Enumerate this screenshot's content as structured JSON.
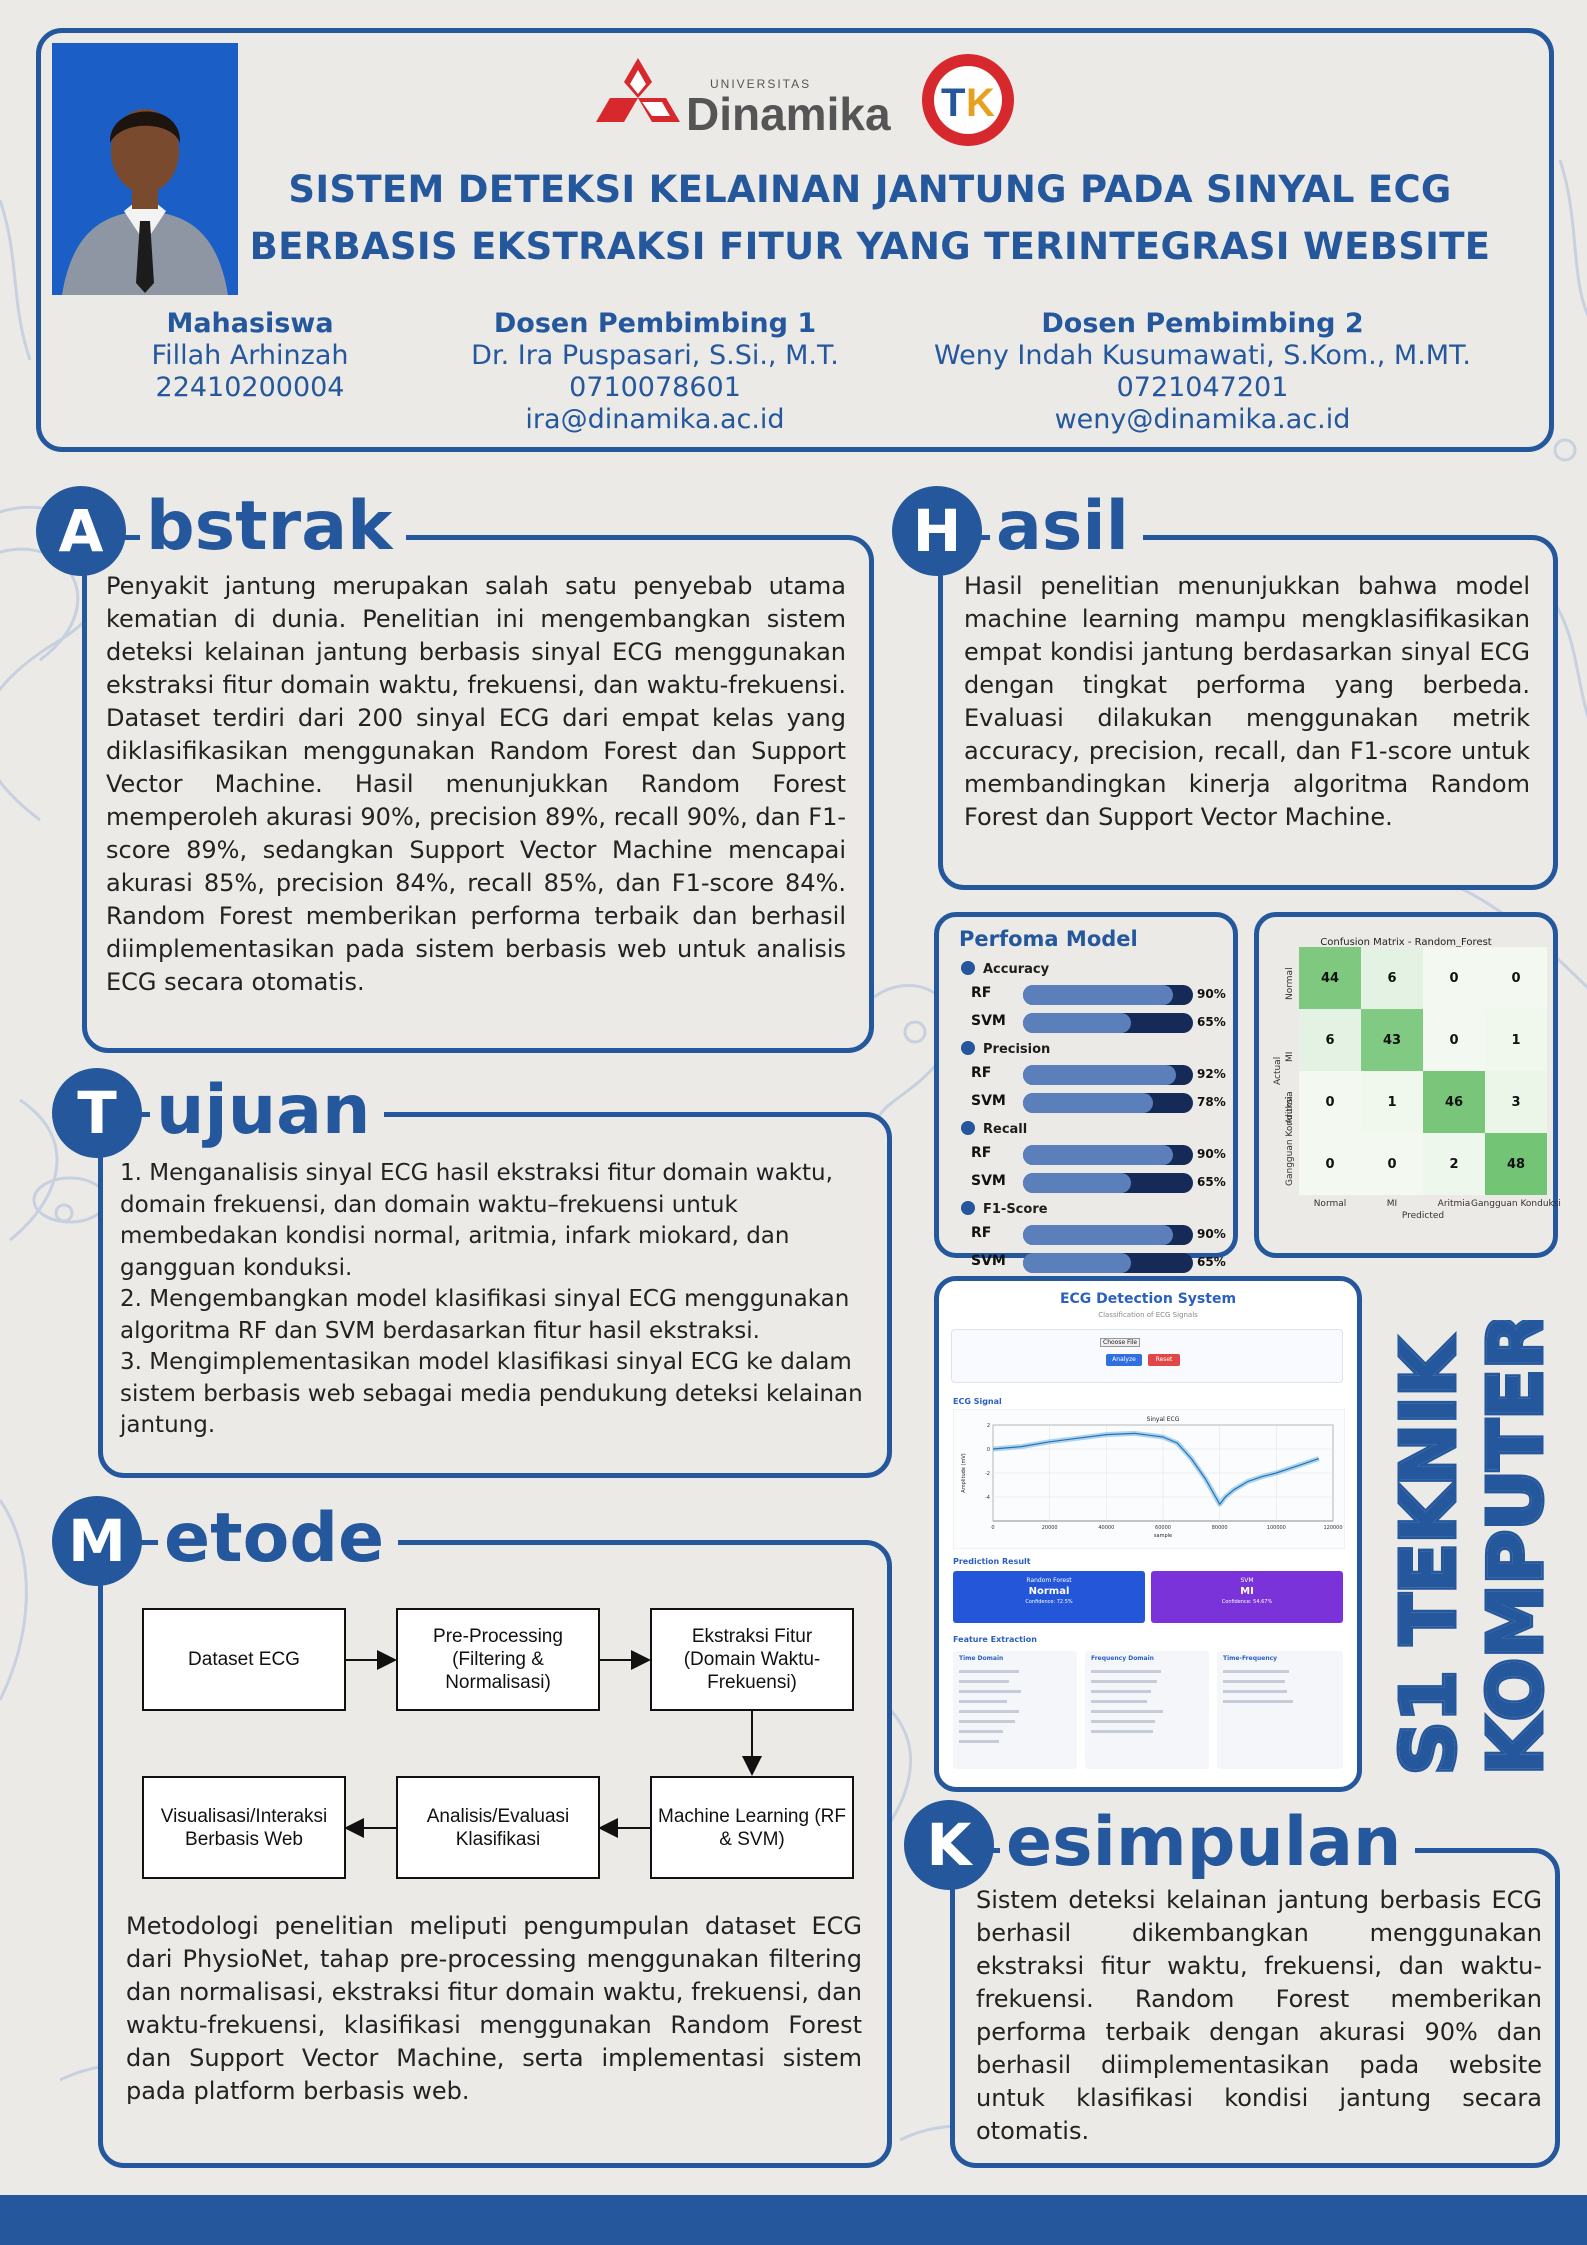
{
  "header": {
    "logo_small": "UNIVERSITAS",
    "logo_name": "Dinamika",
    "logo_tk": "TK",
    "title_line1": "SISTEM DETEKSI KELAINAN JANTUNG PADA SINYAL ECG",
    "title_line2": "BERBASIS EKSTRAKSI FITUR YANG TERINTEGRASI WEBSITE",
    "student": {
      "role": "Mahasiswa",
      "name": "Fillah Arhinzah",
      "id": "22410200004"
    },
    "advisor1": {
      "role": "Dosen Pembimbing 1",
      "name": "Dr. Ira Puspasari, S.Si., M.T.",
      "id": "0710078601",
      "email": "ira@dinamika.ac.id"
    },
    "advisor2": {
      "role": "Dosen Pembimbing 2",
      "name": "Weny Indah Kusumawati, S.Kom., M.MT.",
      "id": "0721047201",
      "email": "weny@dinamika.ac.id"
    }
  },
  "abstrak": {
    "letter": "A",
    "rest": "bstrak",
    "text": "Penyakit jantung merupakan salah satu penyebab utama kematian di dunia. Penelitian ini mengembangkan sistem deteksi kelainan jantung berbasis sinyal ECG menggunakan ekstraksi fitur domain waktu, frekuensi, dan waktu-frekuensi. Dataset terdiri dari 200 sinyal ECG dari empat kelas yang diklasifikasikan menggunakan Random Forest dan Support Vector Machine. Hasil menunjukkan Random Forest memperoleh akurasi 90%, precision 89%, recall 90%, dan F1-score 89%, sedangkan Support Vector Machine mencapai akurasi 85%, precision 84%, recall 85%, dan F1-score 84%. Random Forest memberikan performa terbaik dan berhasil diimplementasikan pada sistem berbasis web untuk analisis ECG secara otomatis."
  },
  "tujuan": {
    "letter": "T",
    "rest": "ujuan",
    "items": [
      "1. Menganalisis sinyal ECG hasil ekstraksi fitur domain waktu, domain frekuensi, dan domain waktu–frekuensi untuk membedakan kondisi normal, aritmia, infark miokard, dan gangguan konduksi.",
      "2. Mengembangkan model klasifikasi sinyal ECG menggunakan algoritma RF dan SVM berdasarkan fitur hasil ekstraksi.",
      "3. Mengimplementasikan model klasifikasi sinyal ECG ke dalam sistem berbasis web sebagai media pendukung deteksi kelainan jantung."
    ]
  },
  "metode": {
    "letter": "M",
    "rest": "etode",
    "flow": {
      "b1": "Dataset ECG",
      "b2": "Pre-Processing (Filtering & Normalisasi)",
      "b3": "Ekstraksi Fitur (Domain Waktu-Frekuensi)",
      "b4": "Machine Learning (RF & SVM)",
      "b5": "Analisis/Evaluasi Klasifikasi",
      "b6": "Visualisasi/Interaksi Berbasis Web"
    },
    "text": "Metodologi penelitian meliputi pengumpulan dataset ECG dari PhysioNet, tahap pre-processing menggunakan filtering dan normalisasi, ekstraksi fitur domain waktu, frekuensi, dan waktu-frekuensi, klasifikasi menggunakan Random Forest dan Support Vector Machine, serta implementasi sistem pada platform berbasis web."
  },
  "hasil": {
    "letter": "H",
    "rest": "asil",
    "text": "Hasil penelitian menunjukkan bahwa model machine learning mampu mengklasifikasikan empat kondisi jantung berdasarkan sinyal ECG dengan tingkat performa yang berbeda. Evaluasi dilakukan menggunakan metrik accuracy, precision, recall, dan F1-score untuk membandingkan kinerja algoritma Random Forest dan Support Vector Machine."
  },
  "kesimpulan": {
    "letter": "K",
    "rest": "esimpulan",
    "text": "Sistem deteksi kelainan jantung berbasis ECG berhasil dikembangkan menggunakan ekstraksi fitur waktu, frekuensi, dan waktu-frekuensi. Random Forest memberikan performa terbaik dengan akurasi 90% dan berhasil diimplementasikan pada website untuk klasifikasi kondisi jantung secara otomatis."
  },
  "side_label": {
    "line1": "S1 TEKNIK",
    "line2": "KOMPUTER"
  },
  "web_screenshot": {
    "title": "ECG Detection System",
    "subtitle": "Classification of ECG Signals",
    "choose_file": "Choose File",
    "analyze": "Analyze",
    "reset": "Reset",
    "ecg_signal": "ECG Signal",
    "plot_title": "Sinyal ECG",
    "plot_xlabel": "sample",
    "plot_ylabel": "Amplitude (mV)",
    "prediction": "Prediction Result",
    "rf_label": "Random Forest",
    "rf_pred": "Normal",
    "rf_conf": "Confidence: 72.5%",
    "svm_label": "SVM",
    "svm_pred": "MI",
    "svm_conf": "Confidence: 54.67%",
    "feature": "Feature Extraction",
    "time_domain": "Time Domain",
    "freq_domain": "Frequency Domain",
    "tf_domain": "Time-Frequency"
  },
  "chart_data": [
    {
      "type": "bar",
      "title": "Perfoma Model",
      "metrics": [
        "Accuracy",
        "Precision",
        "Recall",
        "F1-Score"
      ],
      "series": [
        {
          "name": "RF",
          "values": [
            90,
            92,
            90,
            90
          ]
        },
        {
          "name": "SVM",
          "values": [
            65,
            78,
            65,
            65
          ]
        }
      ],
      "unit": "%",
      "value_labels": {
        "RF": [
          "90%",
          "92%",
          "90%",
          "90%"
        ],
        "SVM": [
          "65%",
          "78%",
          "65%",
          "65%"
        ]
      }
    },
    {
      "type": "heatmap",
      "title": "Confusion Matrix - Random_Forest",
      "xlabel": "Predicted",
      "ylabel": "Actual",
      "labels": [
        "Normal",
        "MI",
        "Aritmia",
        "Gangguan Konduksi"
      ],
      "matrix": [
        [
          44,
          6,
          0,
          0
        ],
        [
          6,
          43,
          0,
          1
        ],
        [
          0,
          1,
          46,
          3
        ],
        [
          0,
          0,
          2,
          48
        ]
      ],
      "colors": {
        "low": "#f3f9f1",
        "high": "#74c476"
      }
    },
    {
      "type": "line",
      "title": "Sinyal ECG",
      "xlabel": "sample",
      "ylabel": "Amplitude (mV)",
      "xlim": [
        0,
        120000
      ],
      "ylim": [
        -6,
        2
      ],
      "x_ticks": [
        "0",
        "20000",
        "40000",
        "60000",
        "80000",
        "100000",
        "120000"
      ],
      "y_ticks": [
        "2",
        "0",
        "-2",
        "-4"
      ],
      "x": [
        0,
        10000,
        20000,
        30000,
        40000,
        50000,
        60000,
        65000,
        70000,
        75000,
        80000,
        82000,
        85000,
        90000,
        95000,
        100000,
        105000,
        110000,
        115000
      ],
      "y": [
        0,
        0.2,
        0.6,
        0.9,
        1.2,
        1.3,
        1.0,
        0.5,
        -0.8,
        -2.5,
        -4.6,
        -4.0,
        -3.4,
        -2.7,
        -2.3,
        -2.0,
        -1.6,
        -1.2,
        -0.8
      ]
    }
  ],
  "colors": {
    "primary": "#24579c",
    "background": "#eceae7",
    "bar_track": "#162a57",
    "bar_fill": "#5b7fba",
    "logo_red": "#d6282d"
  }
}
